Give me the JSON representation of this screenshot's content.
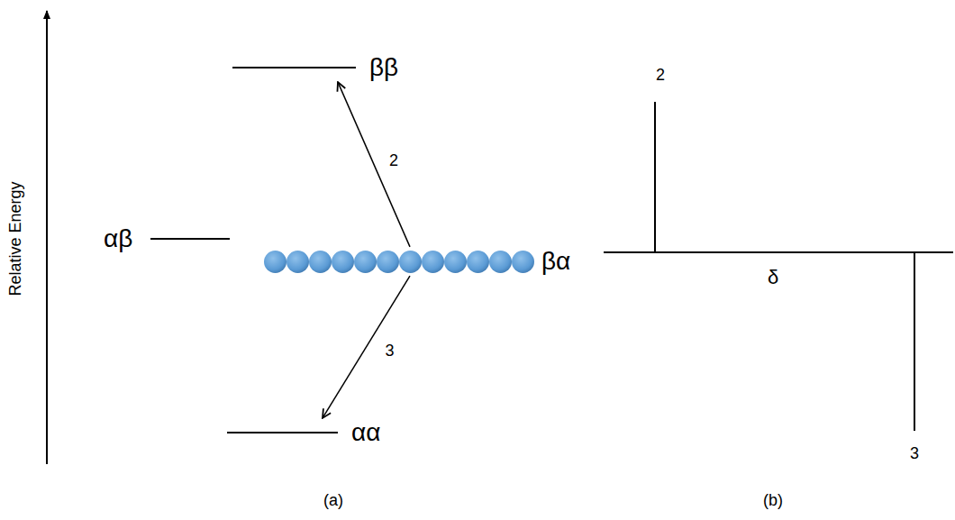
{
  "diagram": {
    "nodes": [
      {
        "text": [
          "ββ"
        ]
      },
      {
        "text": [
          "αβ"
        ]
      },
      {
        "text": [
          "βα"
        ]
      },
      {
        "text": [
          "αα"
        ]
      }
    ],
    "edges": [
      {
        "from": 2,
        "to": 0,
        "arrow": "to",
        "label": "2"
      },
      {
        "from": 2,
        "to": 3,
        "arrow": "to",
        "label": "3"
      }
    ],
    "labels": [
      "Relative Energy",
      "2",
      "δ",
      "3",
      "(a)",
      "(b)"
    ]
  }
}
